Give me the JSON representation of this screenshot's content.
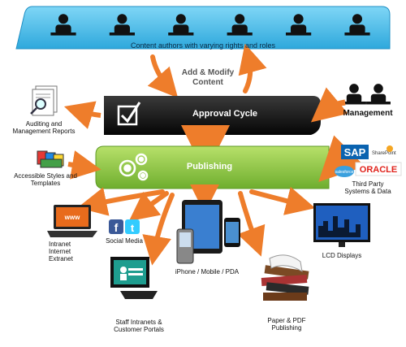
{
  "authors_bar": {
    "label": "Content authors with varying rights and roles",
    "fill": "#4fc3ef",
    "people_count": 6
  },
  "add_modify_label": "Add & Modify\nContent",
  "approval": {
    "label": "Approval Cycle",
    "fill": "#111111"
  },
  "publishing": {
    "label": "Publishing",
    "fill": "#8dc63f"
  },
  "management": {
    "label": "Management",
    "people_count": 2
  },
  "arrow_color": "#ee7d2b",
  "inputs": [
    {
      "id": "auditing",
      "label": "Auditing and\nManagement Reports"
    },
    {
      "id": "styles",
      "label": "Accessible Styles and\nTemplates"
    }
  ],
  "third_party": {
    "label": "Third Party\nSystems & Data",
    "logos": [
      "SAP",
      "SharePoint",
      "ORACLE",
      "salesforce"
    ]
  },
  "outputs": [
    {
      "id": "intranet",
      "label": "Intranet\nInternet\nExtranet",
      "screen_text": "www"
    },
    {
      "id": "social",
      "label": "Social Media",
      "logos": [
        "f",
        "t"
      ]
    },
    {
      "id": "mobile",
      "label": "iPhone / Mobile / PDA"
    },
    {
      "id": "staff",
      "label": "Staff Intranets &\nCustomer Portals"
    },
    {
      "id": "paper",
      "label": "Paper & PDF\nPublishing"
    },
    {
      "id": "lcd",
      "label": "LCD Displays"
    }
  ]
}
